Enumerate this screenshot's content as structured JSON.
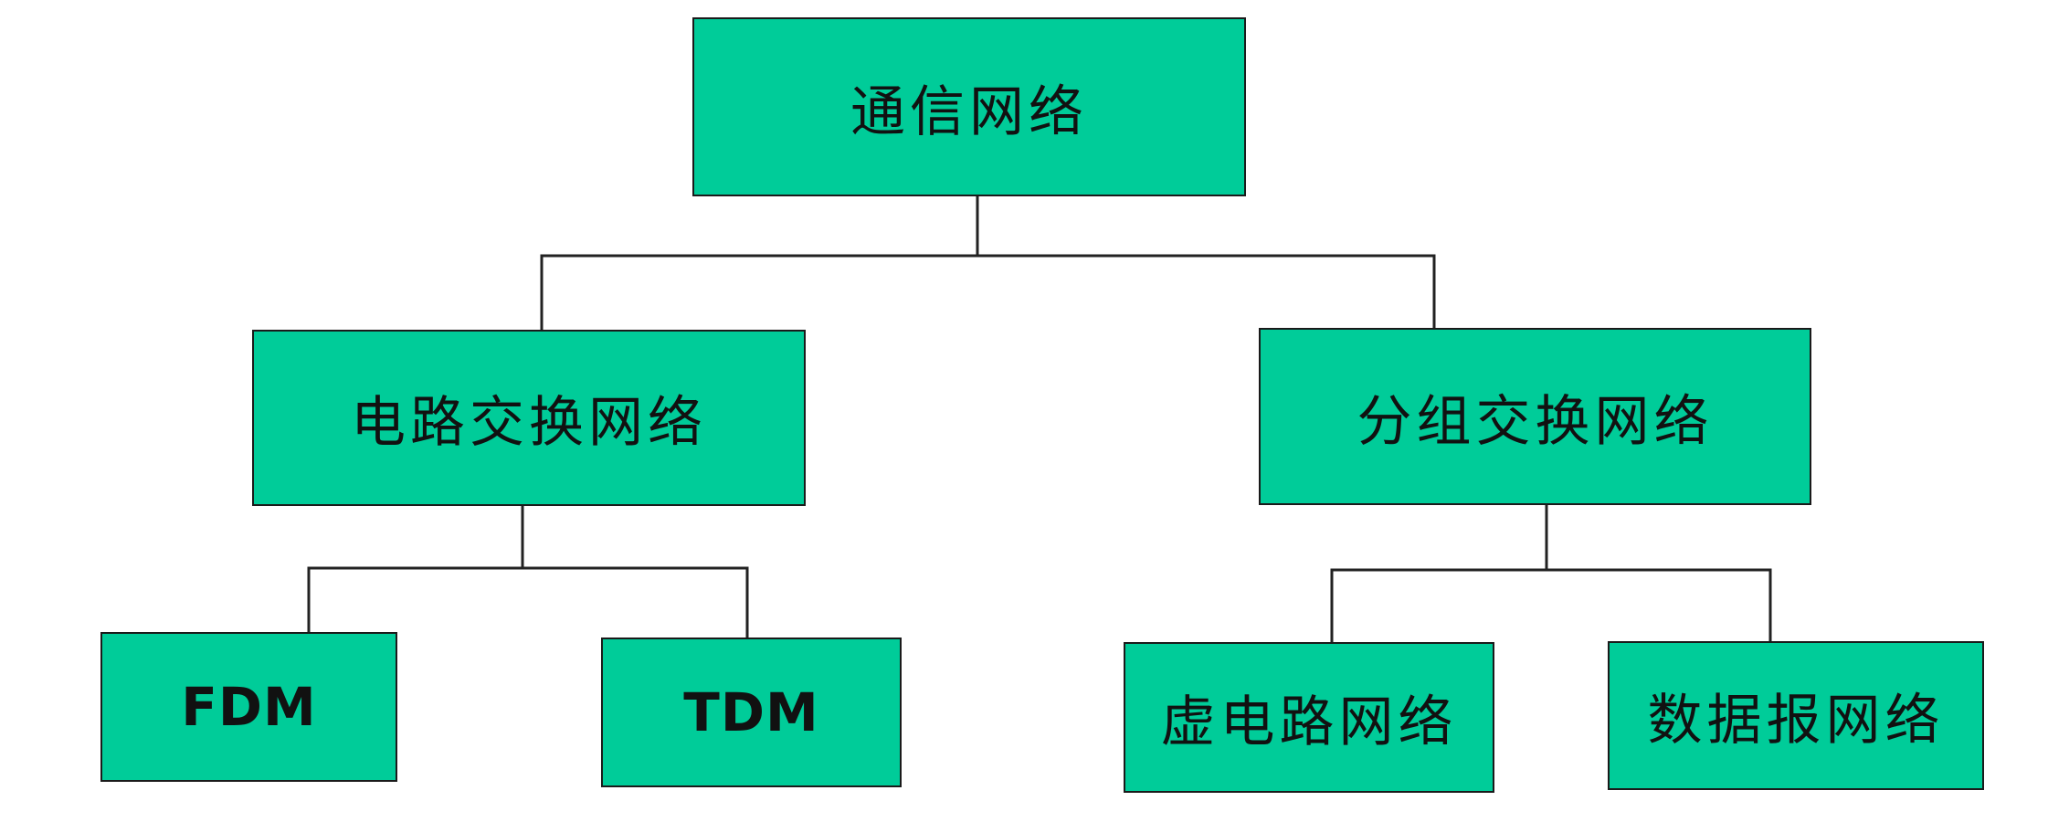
{
  "diagram": {
    "root": {
      "label": "通信网络"
    },
    "circuit_switched": {
      "label": "电路交换网络"
    },
    "packet_switched": {
      "label": "分组交换网络"
    },
    "fdm": {
      "label": "FDM"
    },
    "tdm": {
      "label": "TDM"
    },
    "virtual_circuit": {
      "label": "虚电路网络"
    },
    "datagram": {
      "label": "数据报网络"
    },
    "colors": {
      "node_fill": "#00cc99",
      "node_border": "#1a1a1a",
      "connector": "#222222"
    }
  }
}
